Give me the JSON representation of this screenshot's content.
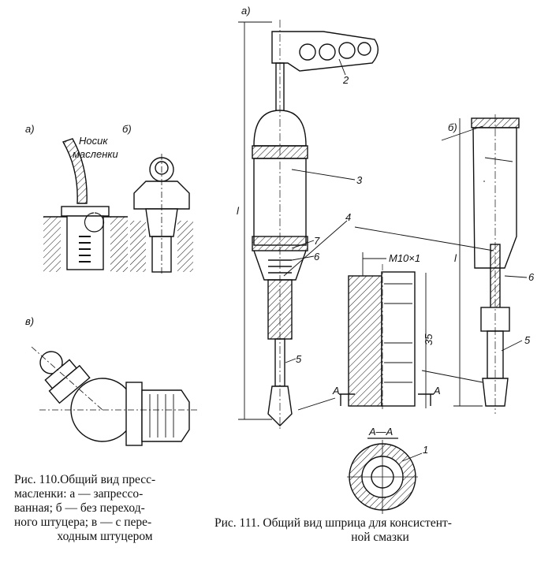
{
  "fig110": {
    "label_a": "а)",
    "label_b": "б)",
    "label_v": "в)",
    "callout_line1": "Носик",
    "callout_line2": "масленки",
    "caption": {
      "title": "Рис. 110.",
      "lines": [
        "Общий вид пресс-",
        "масленки:  а — запрессо-",
        "ванная;  б — без переход-",
        "ного штуцера; в — с пере-",
        "ходным штуцером"
      ]
    }
  },
  "fig111": {
    "label_a": "а)",
    "label_b": "б)",
    "length_a": "l",
    "length_b": "l",
    "thread": "M10×1",
    "dimension": "35",
    "section_mark_left": "А",
    "section_mark_right": "А",
    "section_title": "А—А",
    "parts": {
      "p1": "1",
      "p2": "2",
      "p3": "3",
      "p4": "4",
      "p5a": "5",
      "p5b": "5",
      "p6a": "6",
      "p6b": "6",
      "p7": "7"
    },
    "caption": {
      "title": "Рис. 111.",
      "line1": "Общий вид шприца для  консистент-",
      "line2": "ной смазки"
    }
  }
}
